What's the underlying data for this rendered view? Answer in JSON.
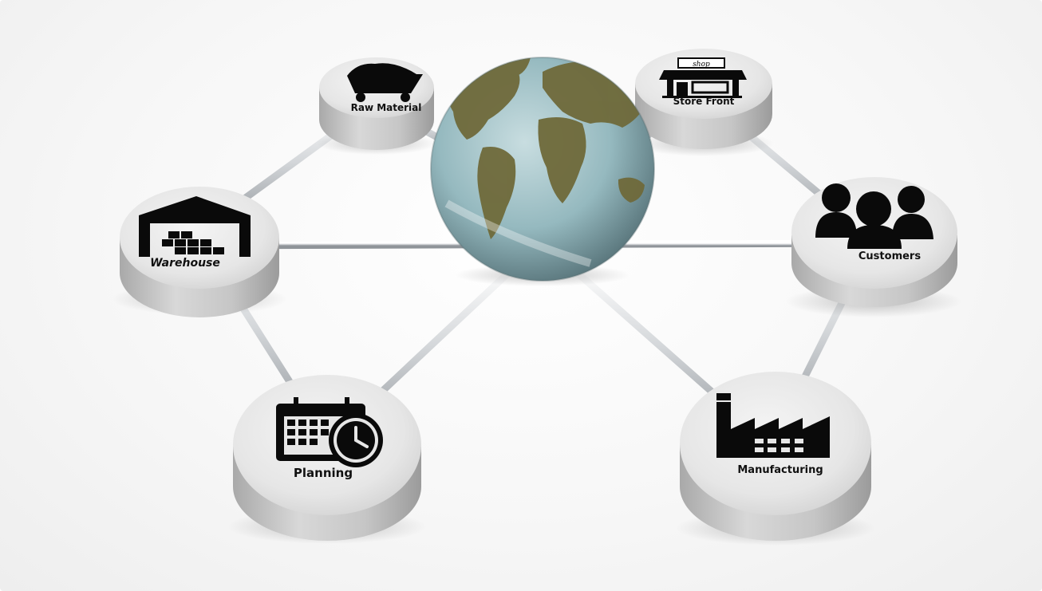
{
  "diagram": {
    "center": {
      "icon": "globe-icon"
    },
    "nodes": [
      {
        "id": "raw-material",
        "label": "Raw Material",
        "icon": "mine-cart-icon"
      },
      {
        "id": "store-front",
        "label": "Store Front",
        "icon": "storefront-icon",
        "sign_text": "shop"
      },
      {
        "id": "warehouse",
        "label": "Warehouse",
        "icon": "warehouse-icon"
      },
      {
        "id": "customers",
        "label": "Customers",
        "icon": "people-icon"
      },
      {
        "id": "planning",
        "label": "Planning",
        "icon": "calendar-clock-icon"
      },
      {
        "id": "manufacturing",
        "label": "Manufacturing",
        "icon": "factory-icon"
      }
    ],
    "colors": {
      "disc": "#e9e9e9",
      "disc_side": "#bdbdbd",
      "icon": "#0a0a0a",
      "rod": "#c9cdd0",
      "globe_ocean": "#9fc3c8",
      "globe_land": "#6b6a3c"
    }
  }
}
